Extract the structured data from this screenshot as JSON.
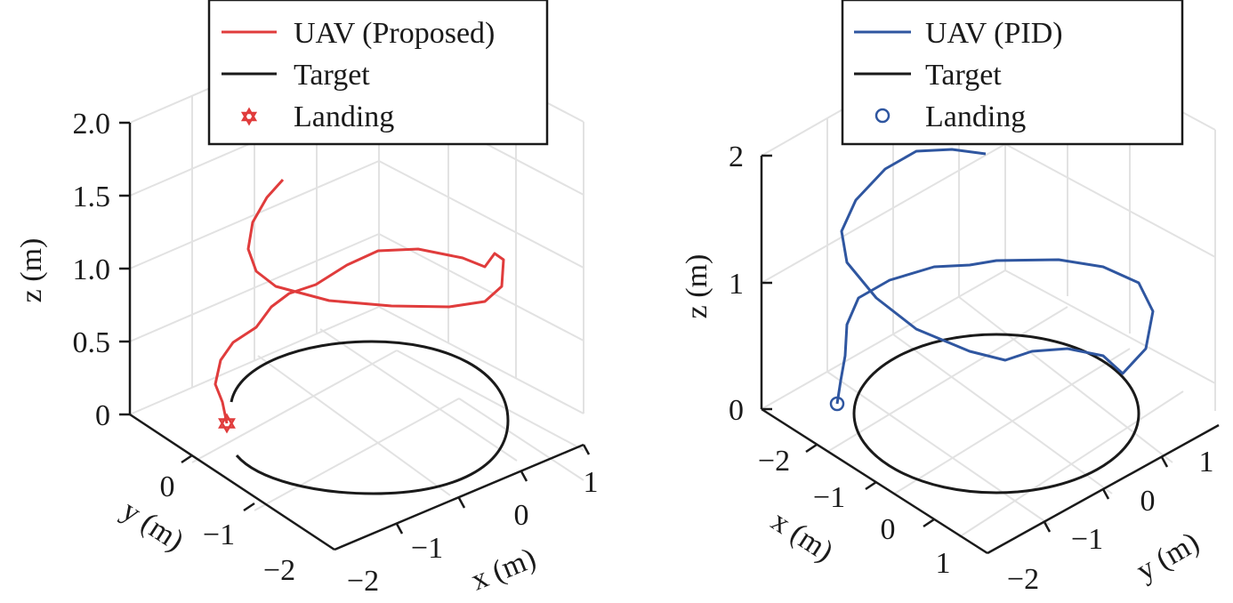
{
  "chart_data": [
    {
      "type": "line",
      "projection": "3d",
      "axes": {
        "x": {
          "label": "x (m)",
          "ticks": [
            "−2",
            "−1",
            "0",
            "1"
          ]
        },
        "y": {
          "label": "y (m)",
          "ticks": [
            "−2",
            "−1",
            "0"
          ]
        },
        "z": {
          "label": "z (m)",
          "ticks": [
            "0",
            "0.5",
            "1.0",
            "1.5",
            "2.0"
          ],
          "range": [
            0,
            2
          ]
        }
      },
      "grid": true,
      "legend": {
        "position": "top-center",
        "boxed": true
      },
      "series": [
        {
          "name": "UAV (Proposed)",
          "kind": "line",
          "color": "#e03c3c",
          "path": [
            [
              318,
              202
            ],
            [
              300,
              222
            ],
            [
              284,
              250
            ],
            [
              279,
              280
            ],
            [
              288,
              305
            ],
            [
              310,
              322
            ],
            [
              370,
              338
            ],
            [
              440,
              344
            ],
            [
              505,
              345
            ],
            [
              545,
              339
            ],
            [
              564,
              322
            ],
            [
              566,
              292
            ],
            [
              556,
              285
            ],
            [
              545,
              300
            ],
            [
              520,
              290
            ],
            [
              470,
              280
            ],
            [
              425,
              282
            ],
            [
              390,
              298
            ],
            [
              355,
              320
            ],
            [
              325,
              330
            ],
            [
              305,
              345
            ],
            [
              288,
              368
            ],
            [
              262,
              385
            ],
            [
              248,
              405
            ],
            [
              242,
              432
            ],
            [
              250,
              452
            ],
            [
              255,
              476
            ]
          ]
        },
        {
          "name": "Target",
          "kind": "line",
          "color": "#1a1a1a"
        },
        {
          "name": "Landing",
          "kind": "marker",
          "marker": "hexagram",
          "color": "#e03c3c",
          "at": [
            255,
            476
          ]
        }
      ]
    },
    {
      "type": "line",
      "projection": "3d",
      "axes": {
        "x": {
          "label": "x (m)",
          "ticks": [
            "−2",
            "−1",
            "0",
            "1"
          ]
        },
        "y": {
          "label": "y (m)",
          "ticks": [
            "−2",
            "−1",
            "0",
            "1"
          ]
        },
        "z": {
          "label": "z (m)",
          "ticks": [
            "0",
            "1",
            "2"
          ],
          "range": [
            0,
            2
          ]
        }
      },
      "grid": true,
      "legend": {
        "position": "top-center",
        "boxed": true
      },
      "series": [
        {
          "name": "UAV (PID)",
          "kind": "line",
          "color": "#2f56a0",
          "path": [
            [
              1108,
              173
            ],
            [
              1070,
              168
            ],
            [
              1030,
              170
            ],
            [
              995,
              190
            ],
            [
              962,
              225
            ],
            [
              946,
              260
            ],
            [
              952,
              295
            ],
            [
              985,
              335
            ],
            [
              1030,
              370
            ],
            [
              1090,
              395
            ],
            [
              1130,
              405
            ],
            [
              1160,
              395
            ],
            [
              1200,
              392
            ],
            [
              1240,
              400
            ],
            [
              1262,
              420
            ],
            [
              1288,
              392
            ],
            [
              1296,
              350
            ],
            [
              1280,
              318
            ],
            [
              1240,
              300
            ],
            [
              1190,
              292
            ],
            [
              1120,
              293
            ],
            [
              1090,
              298
            ],
            [
              1050,
              300
            ],
            [
              1000,
              315
            ],
            [
              965,
              335
            ],
            [
              952,
              365
            ],
            [
              950,
              400
            ],
            [
              945,
              428
            ],
            [
              941,
              454
            ]
          ]
        },
        {
          "name": "Target",
          "kind": "line",
          "color": "#1a1a1a"
        },
        {
          "name": "Landing",
          "kind": "marker",
          "marker": "circle",
          "color": "#2f56a0",
          "at": [
            941,
            454
          ]
        }
      ]
    }
  ]
}
